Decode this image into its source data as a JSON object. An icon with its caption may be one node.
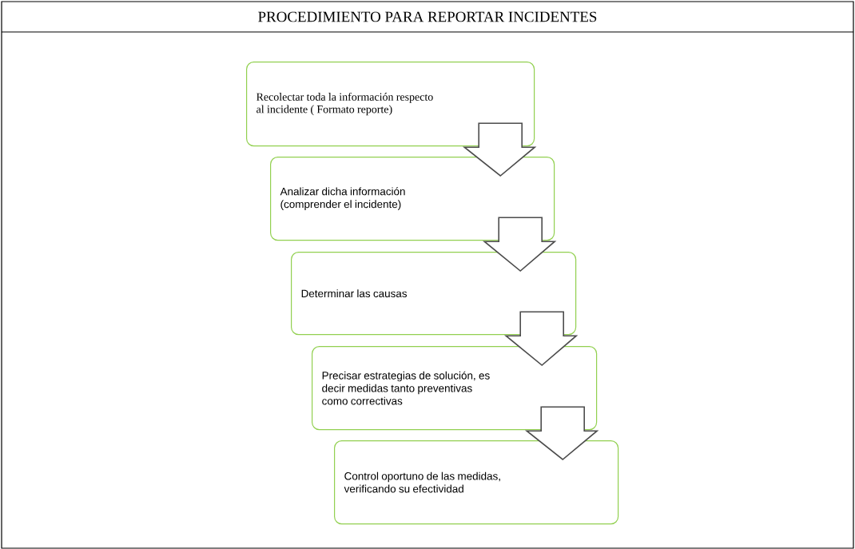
{
  "diagram": {
    "title": "PROCEDIMIENTO PARA REPORTAR  INCIDENTES",
    "nodes": [
      {
        "text": [
          "Recolectar toda la información respecto al incidente ( Formato reporte)"
        ]
      },
      {
        "text": [
          "Analizar dicha información (comprender el incidente)"
        ]
      },
      {
        "text": [
          "Determinar las causas"
        ]
      },
      {
        "text": [
          "Precisar estrategias de solución, es decir medidas tanto preventivas como correctivas"
        ]
      },
      {
        "text": [
          "Control oportuno de las medidas, verificando su efectividad"
        ]
      }
    ],
    "edges": [
      {
        "from": 0,
        "to": 1,
        "arrow": "to"
      },
      {
        "from": 1,
        "to": 2,
        "arrow": "to"
      },
      {
        "from": 2,
        "to": 3,
        "arrow": "to"
      },
      {
        "from": 3,
        "to": 4,
        "arrow": "to"
      }
    ]
  }
}
